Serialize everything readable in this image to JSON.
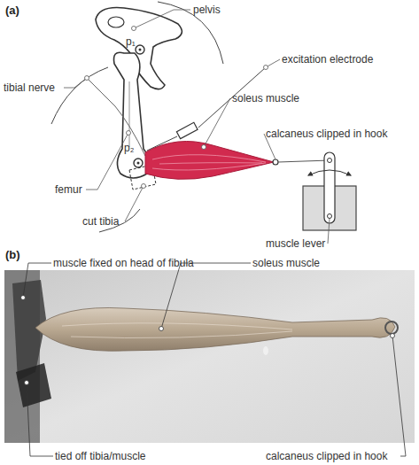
{
  "diagram": {
    "labels": [
      "(a)",
      "pelvis",
      "p₁",
      "tibial nerve",
      "excitation electrode",
      "soleus muscle",
      "calcaneus clipped in hook",
      "femur",
      "p₂",
      "cut tibia",
      "muscle lever",
      "(b)",
      "muscle fixed on head of fibula",
      "soleus muscle",
      "tied off tibia/muscle",
      "calcaneus clipped in hook"
    ]
  }
}
